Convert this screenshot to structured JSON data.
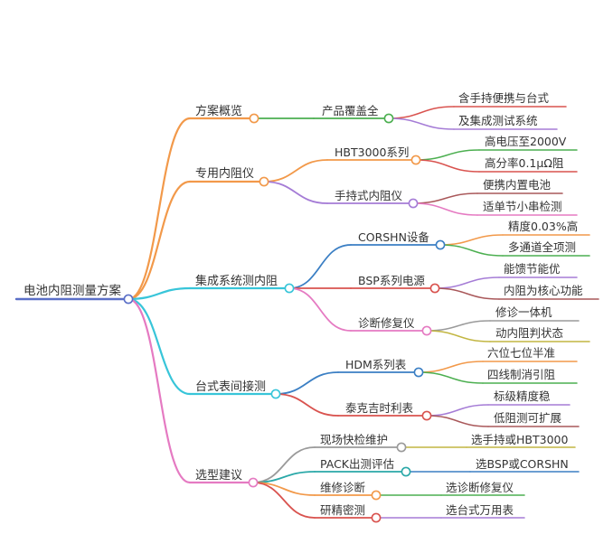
{
  "root": {
    "label": "电池内阻测量方案"
  },
  "colors": {
    "root_line": "#5a6fc7",
    "orange": "#f2994a",
    "green": "#4caf50",
    "red": "#d9534f",
    "purple": "#a57cd6",
    "blue": "#3b7fc4",
    "cyan": "#38c5d9",
    "pink": "#e57ac2",
    "olive": "#c2b642",
    "brown": "#a9585a",
    "gray": "#9a9a9a",
    "teal": "#2aa8a8"
  },
  "branches": [
    {
      "label": "方案概览",
      "color": "orange",
      "children": [
        {
          "label": "产品覆盖全",
          "color": "green",
          "children": [
            {
              "label": "含手持便携与台式",
              "color": "red"
            },
            {
              "label": "及集成测试系统",
              "color": "purple"
            }
          ]
        }
      ]
    },
    {
      "label": "专用内阻仪",
      "color": "orange",
      "children": [
        {
          "label": "HBT3000系列",
          "color": "orange",
          "children": [
            {
              "label": "高电压至2000V",
              "color": "green"
            },
            {
              "label": "高分率0.1μΩ阻",
              "color": "red"
            }
          ]
        },
        {
          "label": "手持式内阻仪",
          "color": "purple",
          "children": [
            {
              "label": "便携内置电池",
              "color": "brown"
            },
            {
              "label": "适单节小串检测",
              "color": "pink"
            }
          ]
        }
      ]
    },
    {
      "label": "集成系统测内阻",
      "color": "cyan",
      "children": [
        {
          "label": "CORSHN设备",
          "color": "blue",
          "children": [
            {
              "label": "精度0.03%高",
              "color": "orange"
            },
            {
              "label": "多通道全项测",
              "color": "green"
            }
          ]
        },
        {
          "label": "BSP系列电源",
          "color": "red",
          "children": [
            {
              "label": "能馈节能优",
              "color": "purple"
            },
            {
              "label": "内阻为核心功能",
              "color": "brown"
            }
          ]
        },
        {
          "label": "诊断修复仪",
          "color": "pink",
          "children": [
            {
              "label": "修诊一体机",
              "color": "gray"
            },
            {
              "label": "动内阻判状态",
              "color": "olive"
            }
          ]
        }
      ]
    },
    {
      "label": "台式表间接测",
      "color": "cyan",
      "children": [
        {
          "label": "HDM系列表",
          "color": "blue",
          "children": [
            {
              "label": "六位七位半准",
              "color": "orange"
            },
            {
              "label": "四线制消引阻",
              "color": "green"
            }
          ]
        },
        {
          "label": "泰克吉时利表",
          "color": "red",
          "children": [
            {
              "label": "标级精度稳",
              "color": "purple"
            },
            {
              "label": "低阻测可扩展",
              "color": "brown"
            }
          ]
        }
      ]
    },
    {
      "label": "选型建议",
      "color": "pink",
      "children": [
        {
          "label": "现场快检维护",
          "color": "gray",
          "children": [
            {
              "label": "选手持或HBT3000",
              "color": "olive"
            }
          ]
        },
        {
          "label": "PACK出测评估",
          "color": "teal",
          "children": [
            {
              "label": "选BSP或CORSHN",
              "color": "blue"
            }
          ]
        },
        {
          "label": "维修诊断",
          "color": "orange",
          "children": [
            {
              "label": "选诊断修复仪",
              "color": "green"
            }
          ]
        },
        {
          "label": "研精密测",
          "color": "red",
          "children": [
            {
              "label": "选台式万用表",
              "color": "purple"
            }
          ]
        }
      ]
    }
  ]
}
